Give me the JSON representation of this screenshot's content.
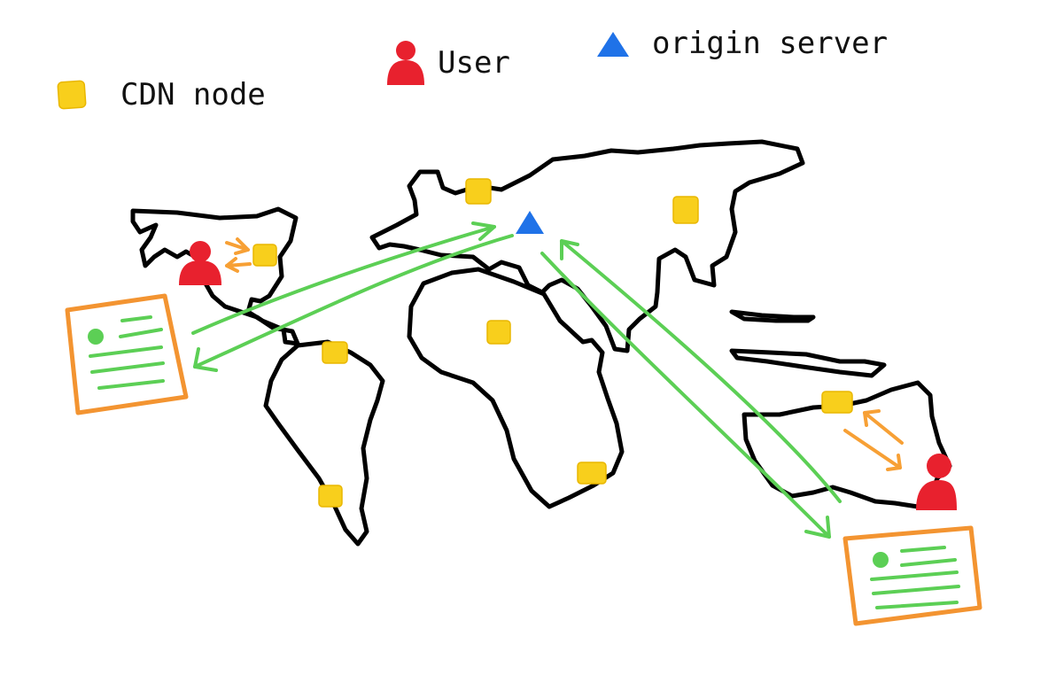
{
  "legend": {
    "cdn_node": {
      "label": "CDN node",
      "color": "#f8cf1c",
      "icon": "yellow-square-icon"
    },
    "user": {
      "label": "User",
      "color": "#e8212e",
      "icon": "person-icon"
    },
    "origin_server": {
      "label": "origin server",
      "color": "#1f72e8",
      "icon": "blue-triangle-icon"
    }
  },
  "colors": {
    "coastline": "#000000",
    "request_arrow": "#5ccf55",
    "local_arrow": "#f7a035",
    "page_frame": "#f39431"
  }
}
